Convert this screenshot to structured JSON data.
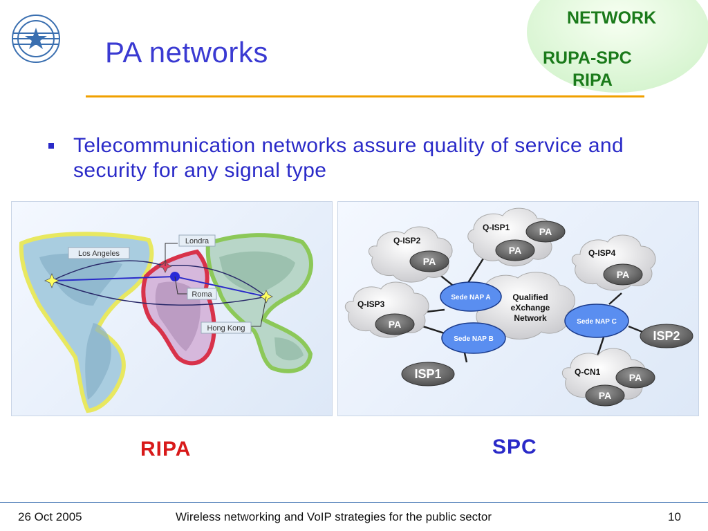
{
  "slide": {
    "title": "PA networks",
    "corner": {
      "network": "NETWORK",
      "rupa_spc": "RUPA-SPC",
      "ripa": "RIPA"
    },
    "bullet": "Telecommunication networks assure quality of service and security for any signal type",
    "ripa_map": {
      "cities": [
        "Los Angeles",
        "Londra",
        "Roma",
        "Hong Kong"
      ]
    },
    "spc_diagram": {
      "q_isp1": "Q-ISP1",
      "q_isp2": "Q-ISP2",
      "q_isp3": "Q-ISP3",
      "q_isp4": "Q-ISP4",
      "q_cn1": "Q-CN1",
      "pa": "PA",
      "isp1": "ISP1",
      "isp2": "ISP2",
      "nap_a": "Sede NAP A",
      "nap_b": "Sede NAP B",
      "nap_c": "Sede NAP C",
      "qxn_line1": "Qualified",
      "qxn_line2": "eXchange",
      "qxn_line3": "Network"
    },
    "ripa_label": "RIPA",
    "spc_label": "SPC"
  },
  "footer": {
    "date": "26 Oct 2005",
    "text": "Wireless networking and VoIP strategies for the public sector",
    "page": "10"
  },
  "colors": {
    "title_blue": "#3a3ad2",
    "accent_orange": "#f0a000",
    "corner_green": "#1a7a1a",
    "ripa_red": "#d81a1a",
    "nap_blue": "#5a8ef0"
  }
}
